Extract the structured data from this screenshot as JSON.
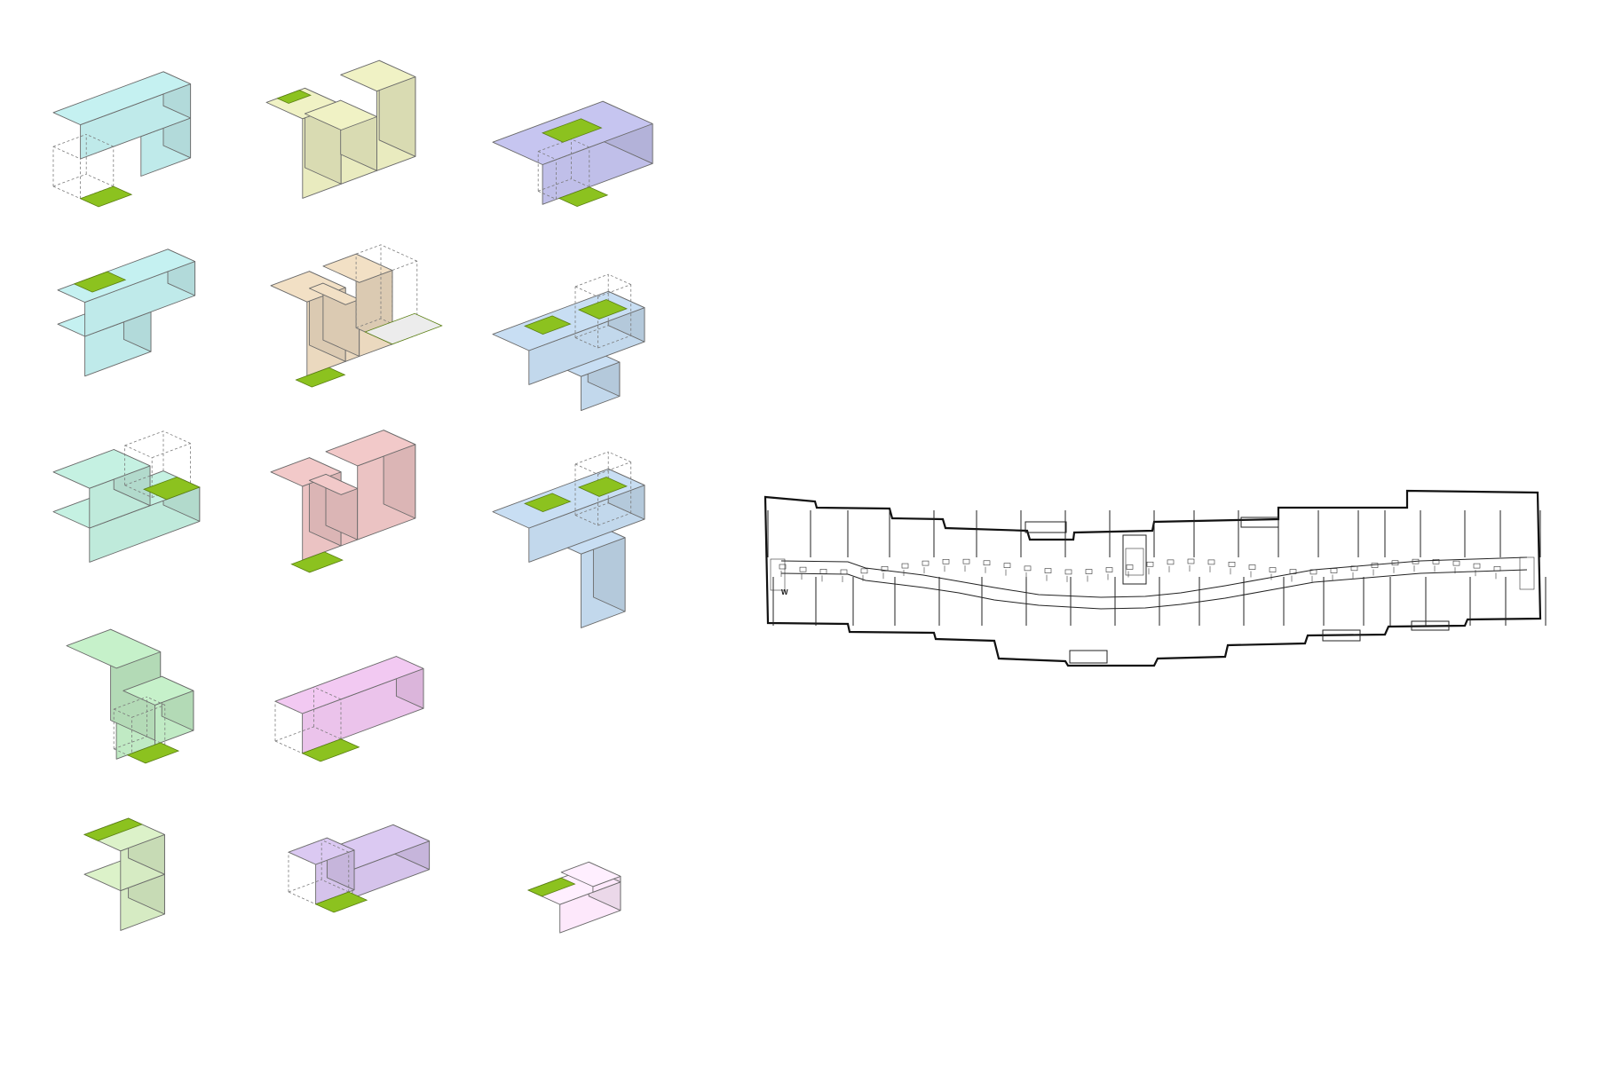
{
  "palette": {
    "green_space": "#8cc21f",
    "ghost_stroke": "#7a7a7a",
    "edge": "#6a6a6a"
  },
  "diagram": {
    "units": [
      {
        "id": "A1",
        "color": "#bfeaea"
      },
      {
        "id": "A2",
        "color": "#e9ebbf"
      },
      {
        "id": "A3",
        "color": "#c0bfe9"
      },
      {
        "id": "B1",
        "color": "#bfeaea"
      },
      {
        "id": "B2",
        "color": "#ebd9bf"
      },
      {
        "id": "B3",
        "color": "#c2d8ec"
      },
      {
        "id": "C1",
        "color": "#bfeadb"
      },
      {
        "id": "C2",
        "color": "#ebc3c3"
      },
      {
        "id": "C3",
        "color": "#c2d8ec"
      },
      {
        "id": "D1",
        "color": "#c0eac4"
      },
      {
        "id": "D2",
        "color": "#ebc3eb"
      },
      {
        "id": "E1",
        "color": "#d6ebc3"
      },
      {
        "id": "E2",
        "color": "#d5c3eb"
      },
      {
        "id": "E3",
        "color": "#fde8fb"
      }
    ],
    "plan_label": "W"
  }
}
